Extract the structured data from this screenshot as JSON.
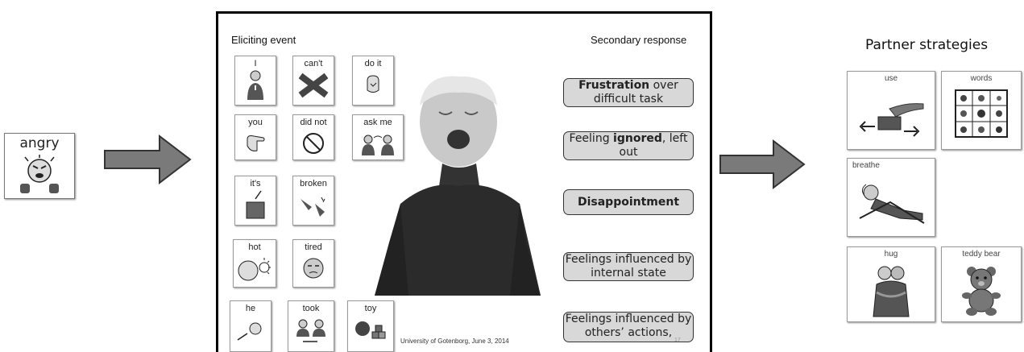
{
  "trigger_symbol": {
    "label": "angry",
    "icon": "angry-face-icon"
  },
  "slide": {
    "eliciting_title": "Eliciting event",
    "secondary_title": "Secondary response",
    "rows": [
      {
        "words": [
          "I",
          "can't",
          "do it"
        ]
      },
      {
        "words": [
          "you",
          "did not",
          "ask me"
        ]
      },
      {
        "words": [
          "it's",
          "broken"
        ]
      },
      {
        "words": [
          "hot",
          "tired"
        ]
      },
      {
        "words": [
          "he",
          "took",
          "toy"
        ]
      }
    ],
    "responses": [
      {
        "bold": "Frustration",
        "rest": " over difficult task"
      },
      {
        "pre": "Feeling ",
        "bold": "ignored",
        "rest": ", left out"
      },
      {
        "bold": "Disappointment",
        "rest": ""
      },
      {
        "pre": "Feelings influenced by internal state"
      },
      {
        "pre": "Feelings influenced by others’ actions,"
      }
    ],
    "footer": "University of Gotenborg, June 3, 2014",
    "page_number": "17"
  },
  "partner": {
    "title": "Partner strategies",
    "cards": [
      {
        "label": "use",
        "icon": "hand-use-icon"
      },
      {
        "label": "words",
        "icon": "word-grid-icon"
      },
      {
        "label": "breathe",
        "icon": "breathe-person-icon"
      },
      {
        "label": "hug",
        "icon": "hug-icon"
      },
      {
        "label": "teddy bear",
        "icon": "teddy-bear-icon"
      }
    ]
  }
}
